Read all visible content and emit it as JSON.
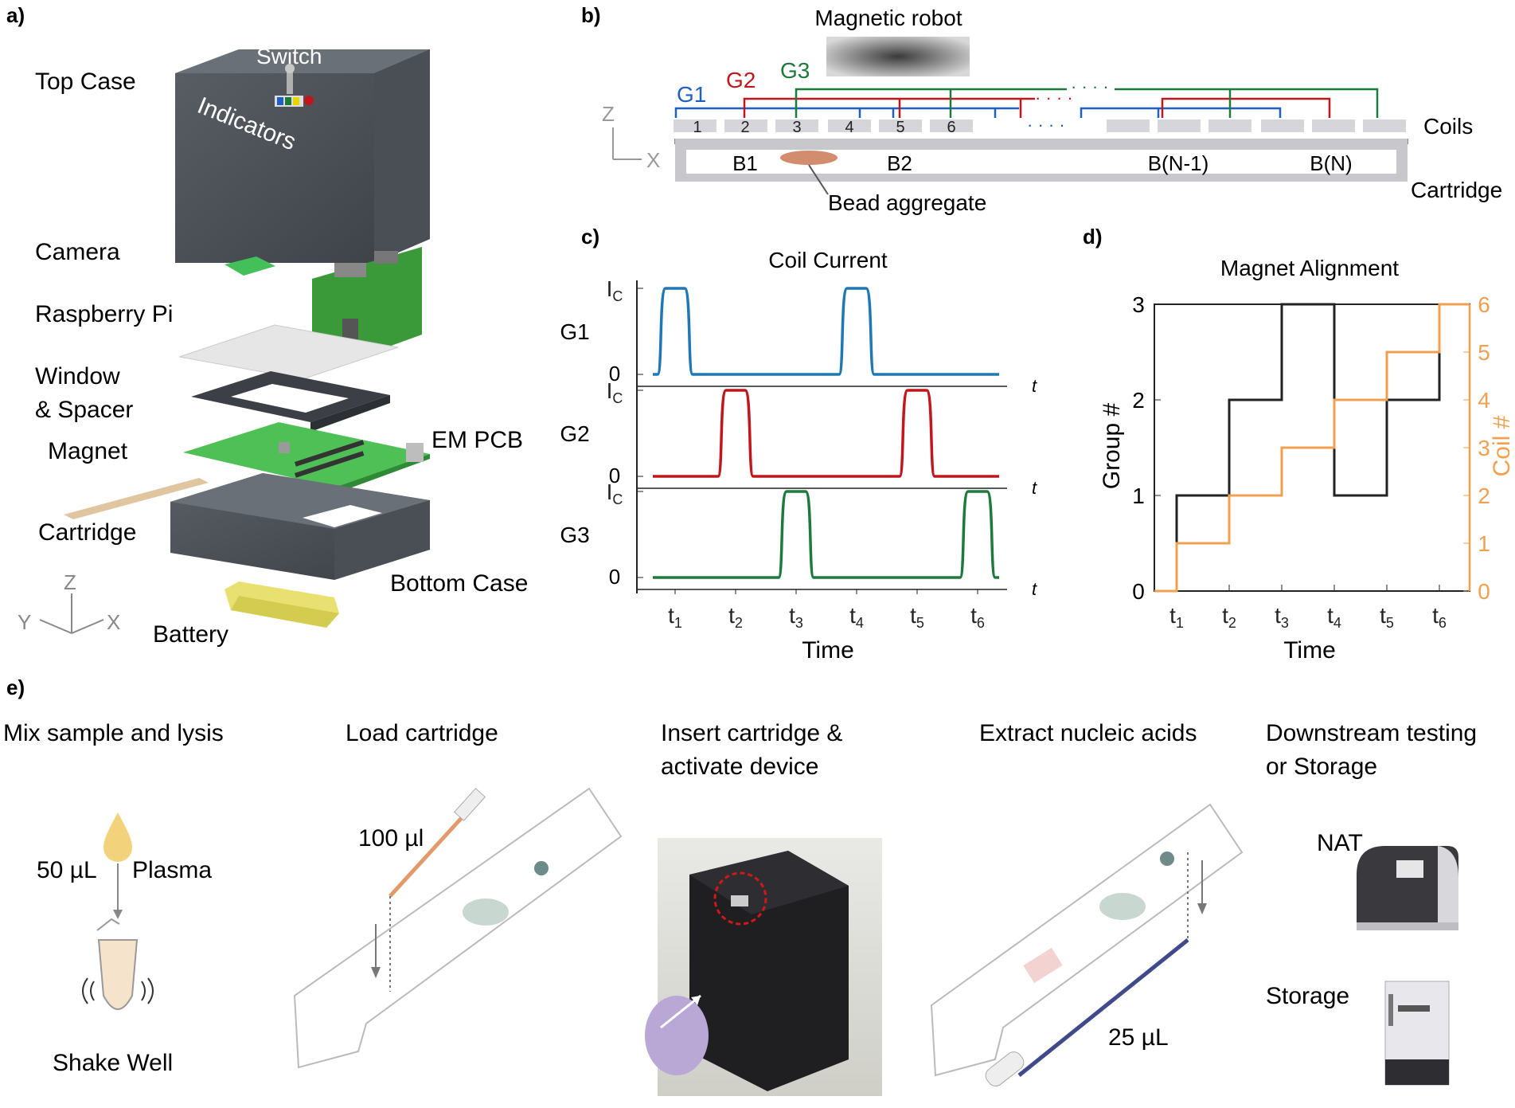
{
  "panels": {
    "a": {
      "letter": "a)",
      "labels": {
        "switch": "Switch",
        "top_case": "Top Case",
        "indicators": "Indicators",
        "camera": "Camera",
        "raspberry_pi": "Raspberry Pi",
        "window": "Window",
        "spacer": "& Spacer",
        "magnet": "Magnet",
        "em_pcb": "EM PCB",
        "cartridge": "Cartridge",
        "bottom_case": "Bottom Case",
        "battery": "Battery",
        "axis_z": "Z",
        "axis_y": "Y",
        "axis_x": "X"
      }
    },
    "b": {
      "letter": "b)",
      "magnetic_robot": "Magnetic robot",
      "groups": [
        {
          "name": "G1",
          "color": "#1f5fbf"
        },
        {
          "name": "G2",
          "color": "#c0161c"
        },
        {
          "name": "G3",
          "color": "#1e7a3c"
        }
      ],
      "coil_numbers": [
        "1",
        "2",
        "3",
        "4",
        "5",
        "6"
      ],
      "blocks": [
        "B1",
        "B2",
        "B(N-1)",
        "B(N)"
      ],
      "coils_label": "Coils",
      "cartridge_label": "Cartridge",
      "bead_label": "Bead aggregate",
      "axis_z": "Z",
      "axis_x": "X"
    },
    "c": {
      "letter": "c)",
      "chart_data": {
        "type": "line",
        "title": "Coil Current",
        "xlabel": "Time",
        "x_ticks": [
          "t1",
          "t2",
          "t3",
          "t4",
          "t5",
          "t6"
        ],
        "y_high_label": "IC",
        "y_low_label": "0",
        "t_label": "t",
        "series": [
          {
            "name": "G1",
            "color": "#1f77b4",
            "pulses": [
              "t1",
              "t4"
            ]
          },
          {
            "name": "G2",
            "color": "#c0161c",
            "pulses": [
              "t2",
              "t5"
            ]
          },
          {
            "name": "G3",
            "color": "#1e7a3c",
            "pulses": [
              "t3",
              "t6"
            ]
          }
        ]
      }
    },
    "d": {
      "letter": "d)",
      "chart_data": {
        "type": "line",
        "title": "Magnet Alignment",
        "xlabel": "Time",
        "ylabel": "Group #",
        "y2label": "Coil #",
        "x_ticks": [
          "t1",
          "t2",
          "t3",
          "t4",
          "t5",
          "t6"
        ],
        "y_ticks": [
          "0",
          "1",
          "2",
          "3"
        ],
        "y2_ticks": [
          "0",
          "1",
          "2",
          "3",
          "4",
          "5",
          "6"
        ],
        "ylim": [
          0,
          3
        ],
        "y2lim": [
          0,
          6
        ],
        "series": [
          {
            "name": "Group #",
            "color": "#222222",
            "values": [
              1,
              2,
              3,
              1,
              2,
              3
            ]
          },
          {
            "name": "Coil #",
            "color": "#f0a050",
            "values": [
              1,
              2,
              3,
              4,
              5,
              6
            ]
          }
        ]
      }
    },
    "e": {
      "letter": "e)",
      "steps": [
        {
          "title": [
            "Mix sample and lysis"
          ],
          "detail": [
            "50 µL",
            "Plasma",
            "Shake Well"
          ]
        },
        {
          "title": [
            "Load cartridge"
          ],
          "detail": [
            "100 µl"
          ]
        },
        {
          "title": [
            "Insert cartridge &",
            "activate device"
          ],
          "detail": []
        },
        {
          "title": [
            "Extract nucleic acids"
          ],
          "detail": [
            "25 µL"
          ]
        },
        {
          "title": [
            "Downstream testing",
            "or Storage"
          ],
          "detail": [
            "NAT",
            "Storage"
          ]
        }
      ]
    }
  }
}
